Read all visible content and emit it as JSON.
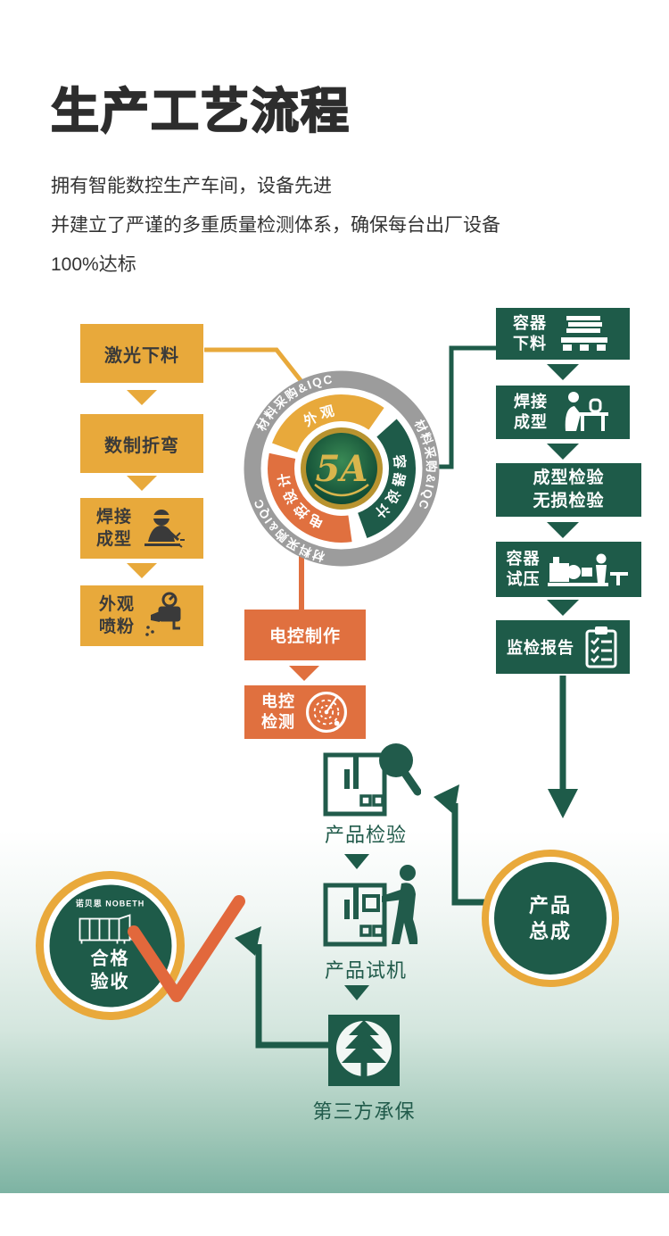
{
  "page": {
    "title": "生产工艺流程",
    "intro": {
      "line1": "拥有智能数控生产车间，设备先进",
      "line2": "并建立了严谨的多重质量检测体系，确保每台出厂设备",
      "line3": "100%达标"
    }
  },
  "colors": {
    "yellow": "#E8A93B",
    "dark_green": "#1E5B49",
    "orange": "#E0703F",
    "ring_gray": "#9C9C9C",
    "gold": "#D9B54C",
    "check_orange": "#E2683C",
    "bg_teal": "#7DB3A3"
  },
  "rosette": {
    "ring_label": "材料采购&IQC",
    "segments": {
      "appearance": {
        "label": "外观设计",
        "color": "#E8A93B"
      },
      "container": {
        "label": "容器设计",
        "color": "#1E5B49"
      },
      "electric": {
        "label": "电控设计",
        "color": "#E0703F"
      }
    },
    "center_logo": "5A"
  },
  "left_flow": {
    "steps": [
      {
        "label": "激光下料"
      },
      {
        "label": "数制折弯"
      },
      {
        "label": "焊接\n成型",
        "icon": "welder-icon"
      },
      {
        "label": "外观\n喷粉",
        "icon": "powder-spray-icon"
      }
    ]
  },
  "right_flow": {
    "steps": [
      {
        "label": "容器\n下料",
        "icon": "pallet-stack-icon"
      },
      {
        "label": "焊接\n成型",
        "icon": "welding-bench-icon"
      },
      {
        "label": "成型检验\n无损检验"
      },
      {
        "label": "容器\n试压",
        "icon": "pressure-test-icon"
      },
      {
        "label": "监检报告",
        "icon": "report-clipboard-icon"
      }
    ]
  },
  "electric_flow": {
    "steps": [
      {
        "label": "电控制作"
      },
      {
        "label": "电控\n检测",
        "icon": "radar-gauge-icon"
      }
    ]
  },
  "assembly_circle": {
    "label": "产品\n总成"
  },
  "final_flow": {
    "inspection": {
      "label": "产品检验",
      "icon": "box-magnifier-icon"
    },
    "test_run": {
      "label": "产品试机",
      "icon": "box-person-icon"
    },
    "third_party": {
      "label": "第三方承保",
      "icon": "pine-tree-icon"
    }
  },
  "acceptance_circle": {
    "brand": "诺贝思 NOBETH",
    "label": "合格\n验收",
    "icon": "steam-generator-icon"
  }
}
